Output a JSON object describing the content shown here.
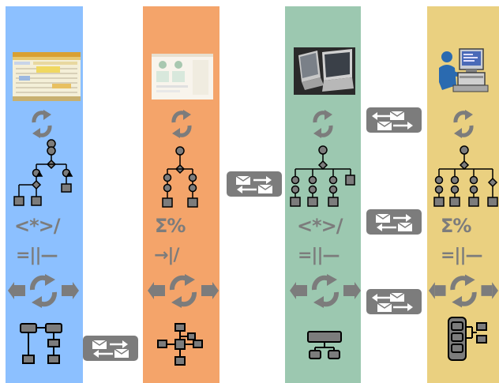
{
  "columns": [
    {
      "id": "blue",
      "color": "#8cc0ff",
      "symbol_a": "<*>/",
      "symbol_b": "=||—",
      "thumbnail": "spreadsheet-window"
    },
    {
      "id": "orange",
      "color": "#f4a46a",
      "symbol_a": "Σ%",
      "symbol_b": "→|/",
      "thumbnail": "application-window"
    },
    {
      "id": "green",
      "color": "#9cc8b0",
      "symbol_a": "<*>/",
      "symbol_b": "=||—",
      "thumbnail": "laptop-computers"
    },
    {
      "id": "yellow",
      "color": "#ead080",
      "symbol_a": "Σ%",
      "symbol_b": "=||—",
      "thumbnail": "user-at-workstation"
    }
  ],
  "colors": {
    "gray": "#7c7c7c",
    "dark": "#1a1a1a",
    "white": "#ffffff"
  },
  "connectors": [
    "envelope-exchange-icon",
    "envelope-exchange-icon",
    "envelope-exchange-icon",
    "envelope-exchange-icon",
    "envelope-exchange-icon"
  ]
}
